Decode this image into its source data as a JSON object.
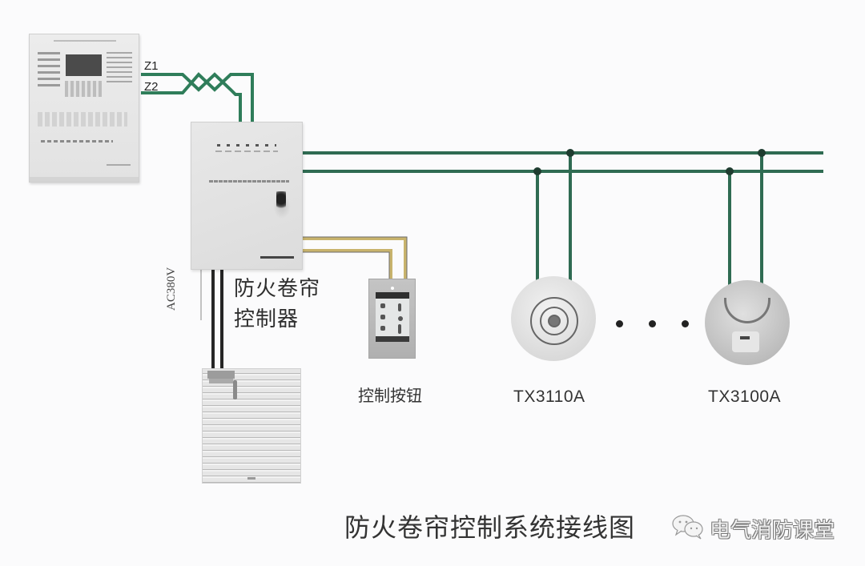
{
  "diagram": {
    "title": "防火卷帘控制系统接线图",
    "watermark": "电气消防课堂",
    "colors": {
      "background": "#fbfbfc",
      "bus_wire": "#2f7d5a",
      "power_wire": "#2a2a2a",
      "button_wire": "#cbb56a",
      "text": "#333333"
    },
    "nodes": [
      {
        "id": "fire-alarm-panel",
        "label": ""
      },
      {
        "id": "shutter-controller",
        "label": "防火卷帘控制器"
      },
      {
        "id": "rolling-shutter",
        "label": ""
      },
      {
        "id": "control-button",
        "label": "控制按钮"
      },
      {
        "id": "detector-1",
        "label": "TX3110A"
      },
      {
        "id": "detector-2",
        "label": "TX3100A"
      }
    ],
    "connections": [
      {
        "from": "fire-alarm-panel",
        "to": "shutter-controller",
        "label": "Z1",
        "type": "bus"
      },
      {
        "from": "fire-alarm-panel",
        "to": "shutter-controller",
        "label": "Z2",
        "type": "bus"
      },
      {
        "from": "shutter-controller",
        "to": "detector-1",
        "type": "bus"
      },
      {
        "from": "shutter-controller",
        "to": "detector-2",
        "type": "bus"
      },
      {
        "from": "shutter-controller",
        "to": "control-button",
        "type": "signal"
      },
      {
        "from": "shutter-controller",
        "to": "rolling-shutter",
        "label": "AC380V",
        "type": "power"
      }
    ],
    "labels": {
      "z1": "Z1",
      "z2": "Z2",
      "ac": "AC380V",
      "controller_line1": "防火卷帘",
      "controller_line2": "控制器",
      "button": "控制按钮",
      "detector1": "TX3110A",
      "detector2": "TX3100A"
    }
  }
}
